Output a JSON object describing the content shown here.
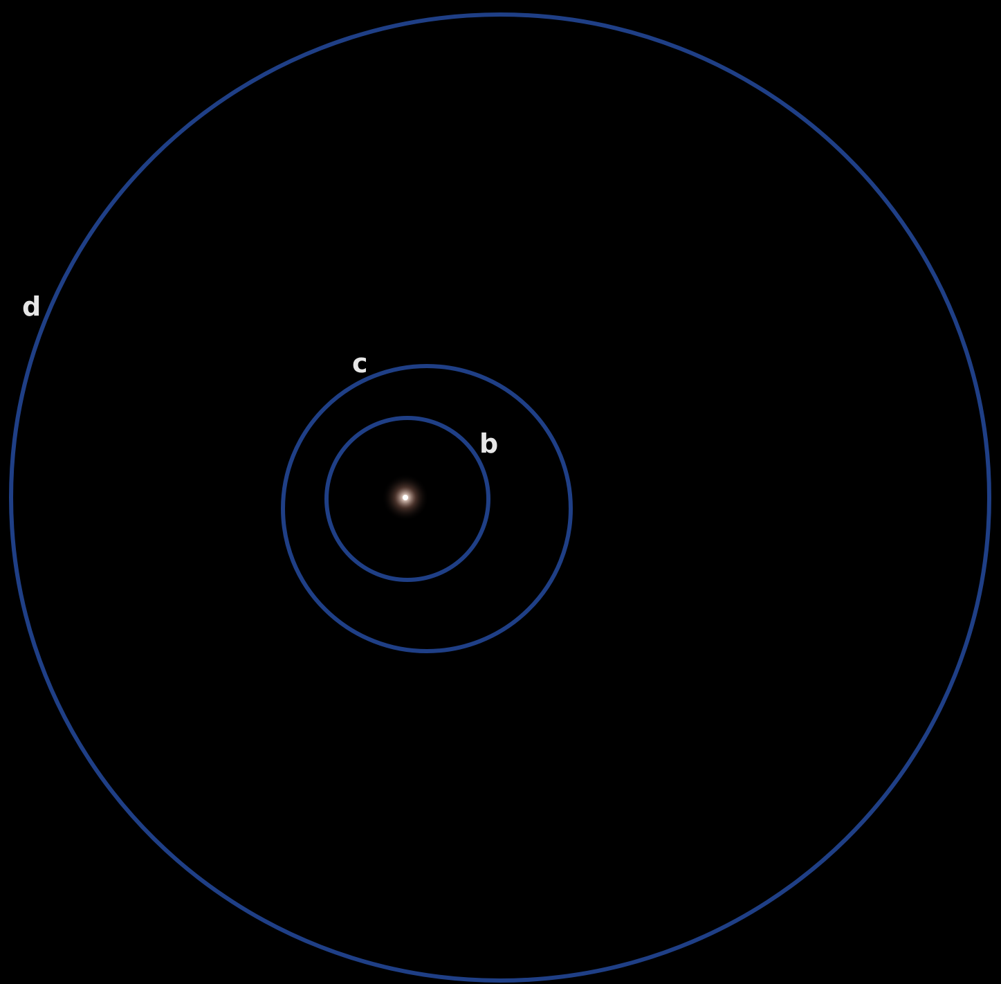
{
  "system": {
    "star": {
      "name": "star",
      "core_color": "#ffffff",
      "glow_color": "#d9b0a0"
    },
    "orbit_color": "#1f3f86",
    "background_color": "#000000",
    "planets": [
      {
        "id": "b",
        "label": "b"
      },
      {
        "id": "c",
        "label": "c"
      },
      {
        "id": "d",
        "label": "d"
      }
    ]
  }
}
